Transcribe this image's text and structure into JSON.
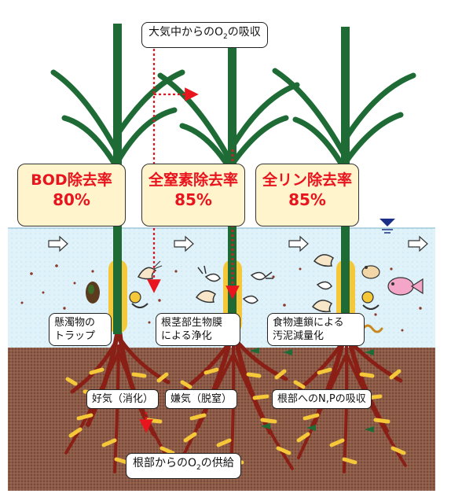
{
  "top_label": {
    "pre": "大気中からのO",
    "sub": "2",
    "post": "の吸収"
  },
  "removal_rates": [
    {
      "title": "BOD除去率",
      "value": "80%"
    },
    {
      "title": "全窒素除去率",
      "value": "85%"
    },
    {
      "title": "全リン除去率",
      "value": "85%"
    }
  ],
  "mechanisms": [
    {
      "lines": [
        "懸濁物の",
        "トラップ"
      ]
    },
    {
      "lines": [
        "根茎部生物膜",
        "による浄化"
      ]
    },
    {
      "lines": [
        "食物連鎖による",
        "汚泥減量化"
      ]
    }
  ],
  "soil_labels": {
    "aerobic": "好気（消化）",
    "anaerobic": "嫌気（脱窒）",
    "np_absorption": "根部へのN,Pの吸収"
  },
  "bottom_label": {
    "pre": "根部からのO",
    "sub": "2",
    "post": "の供給"
  },
  "colors": {
    "water": "#dff2f9",
    "soil": "#7a4a3a",
    "stem": "#1e6b36",
    "root": "#8a1f16",
    "rhizome": "#f5c83a",
    "rate_box": "#fff4cc",
    "rate_text": "#e8141e",
    "oxygen_path": "#e8141e"
  }
}
